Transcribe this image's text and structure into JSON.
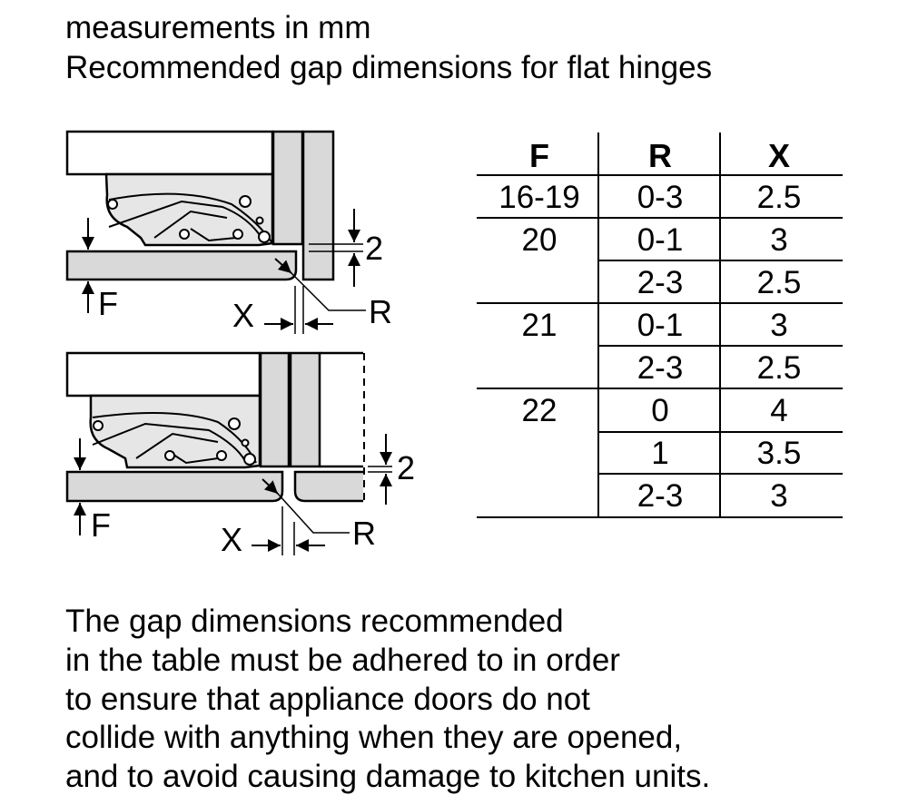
{
  "header": {
    "line1": "measurements in mm",
    "line2": "Recommended gap dimensions for flat hinges"
  },
  "diagram_labels": {
    "F": "F",
    "R": "R",
    "X": "X",
    "gap": "2"
  },
  "table": {
    "headers": [
      "F",
      "R",
      "X"
    ],
    "rows": [
      {
        "F": "16-19",
        "R": "0-3",
        "X": "2.5"
      },
      {
        "F": "20",
        "R": "0-1",
        "X": "3"
      },
      {
        "F": "",
        "R": "2-3",
        "X": "2.5"
      },
      {
        "F": "21",
        "R": "0-1",
        "X": "3"
      },
      {
        "F": "",
        "R": "2-3",
        "X": "2.5"
      },
      {
        "F": "22",
        "R": "0",
        "X": "4"
      },
      {
        "F": "",
        "R": "1",
        "X": "3.5"
      },
      {
        "F": "",
        "R": "2-3",
        "X": "3"
      }
    ]
  },
  "paragraph": [
    "The gap dimensions recommended",
    "in the table must be adhered to in order",
    "to ensure that appliance doors do not",
    "collide with anything when they are opened,",
    "and to avoid causing damage to kitchen units."
  ]
}
